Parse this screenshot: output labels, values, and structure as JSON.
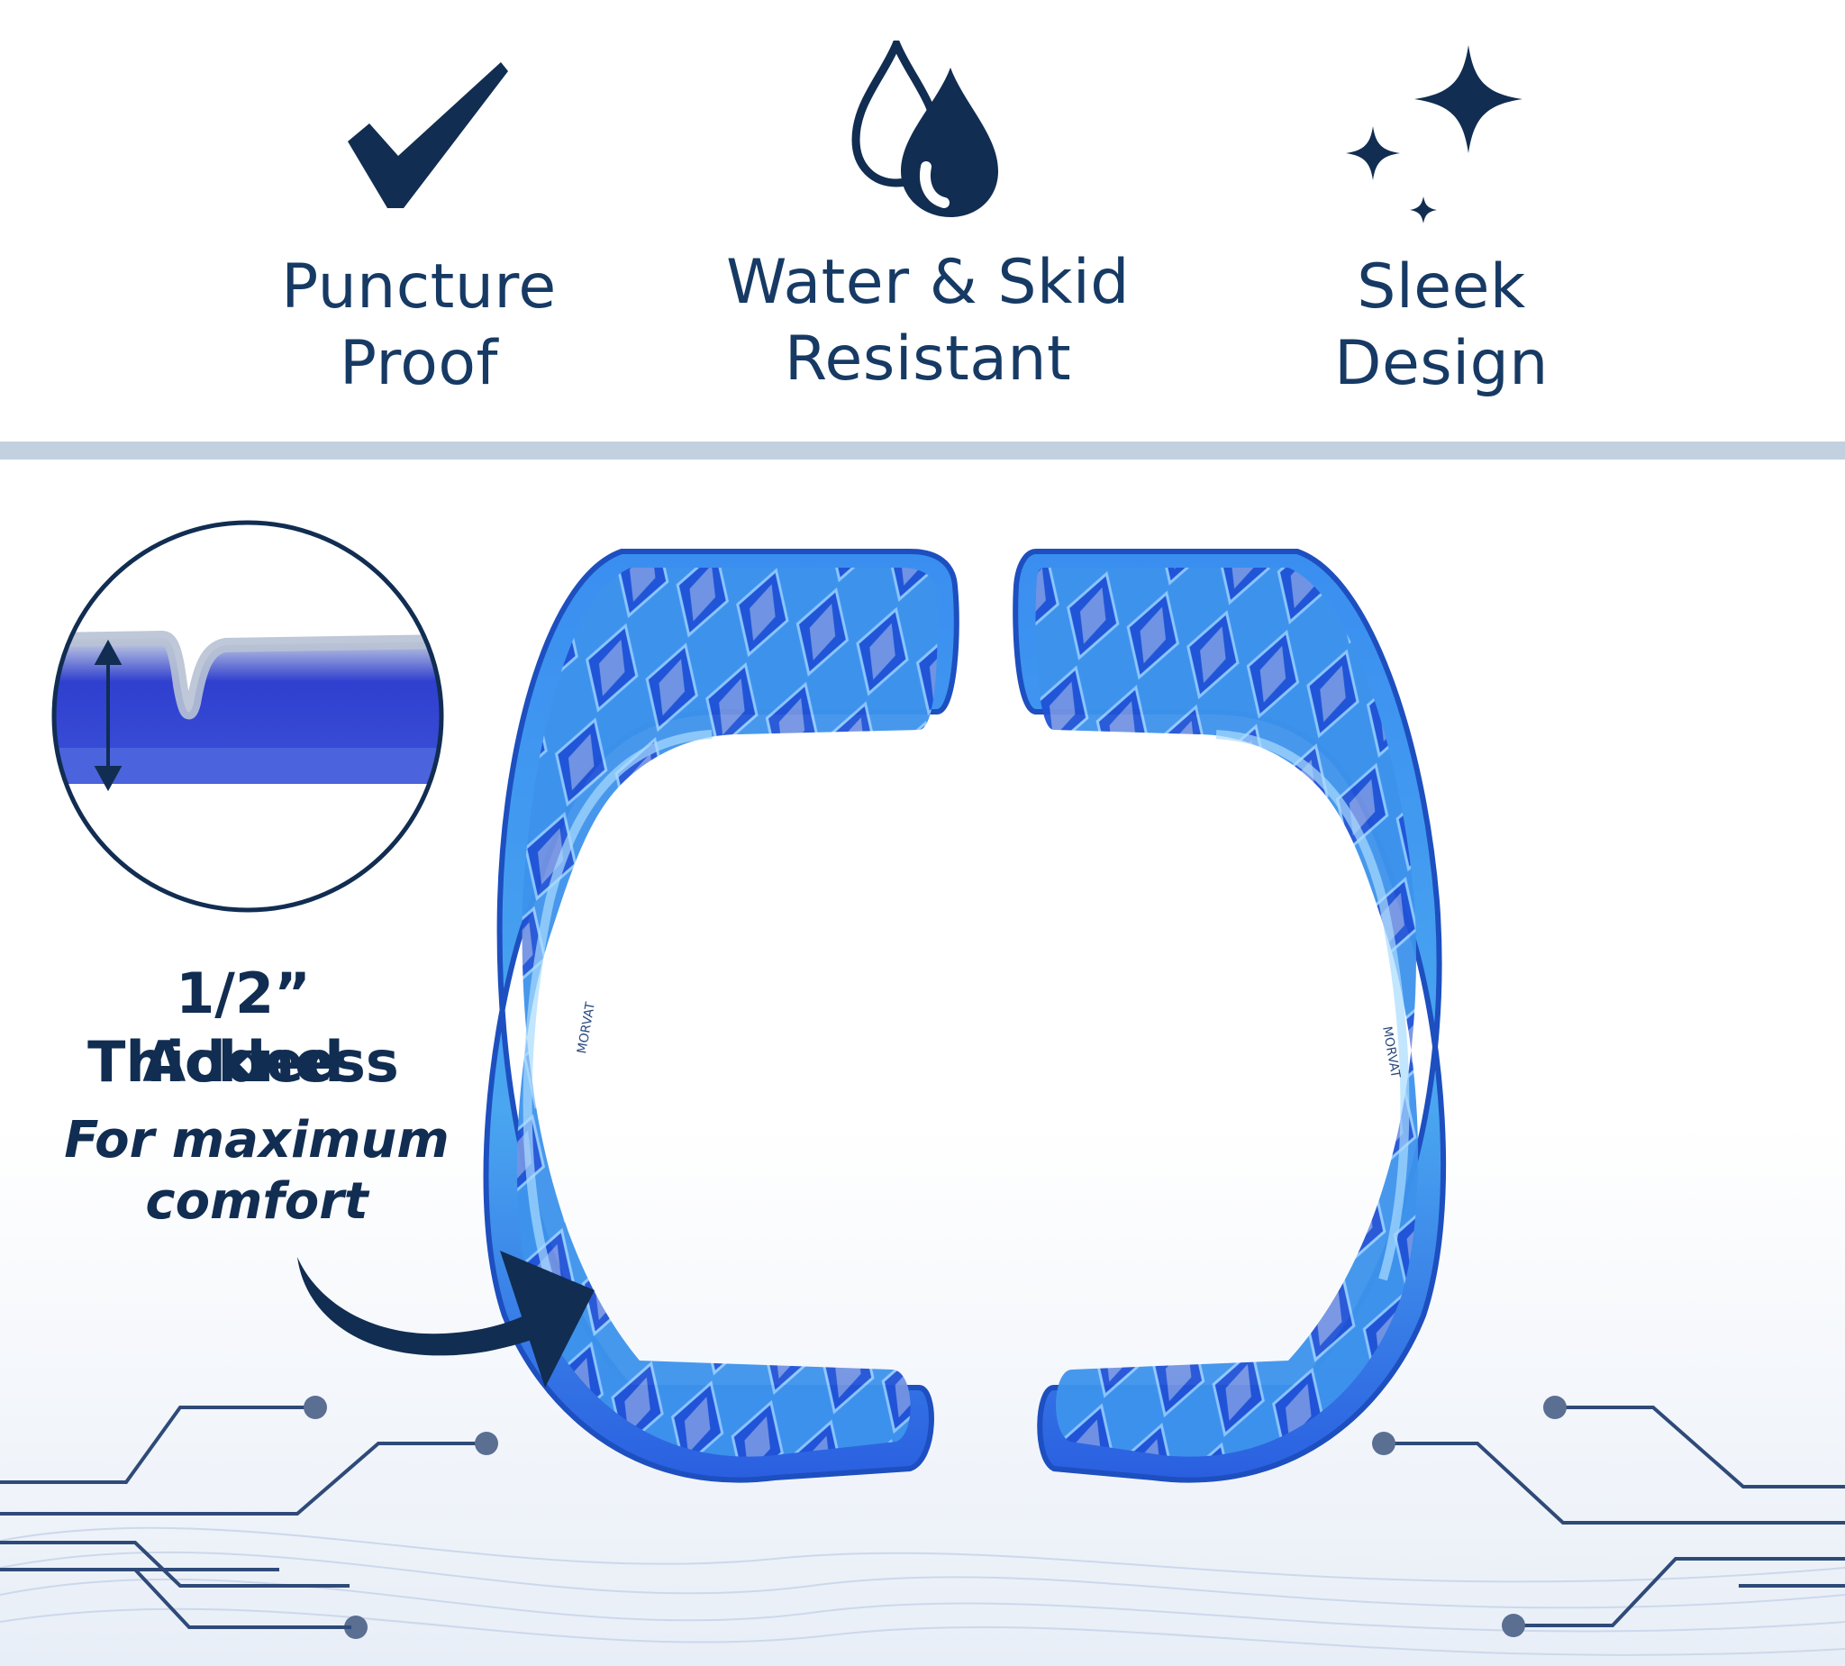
{
  "features": [
    {
      "icon": "checkmark-icon",
      "line1": "Puncture",
      "line2": "Proof"
    },
    {
      "icon": "water-drops-icon",
      "line1": "Water & Skid",
      "line2": "Resistant"
    },
    {
      "icon": "sparkles-icon",
      "line1": "Sleek",
      "line2": "Design"
    }
  ],
  "callout": {
    "title_line1": "1/2” Thickness",
    "title_line2": "Added",
    "sub_line1": "For maximum",
    "sub_line2": "comfort"
  },
  "product": {
    "logo_text_left": "MORVAT",
    "logo_text_right": "MORVAT"
  },
  "colors": {
    "navy": "#112d52",
    "divider": "#c3d0e0",
    "gel_blue": "#2f7fe0",
    "gel_dark": "#1d3fcf"
  }
}
